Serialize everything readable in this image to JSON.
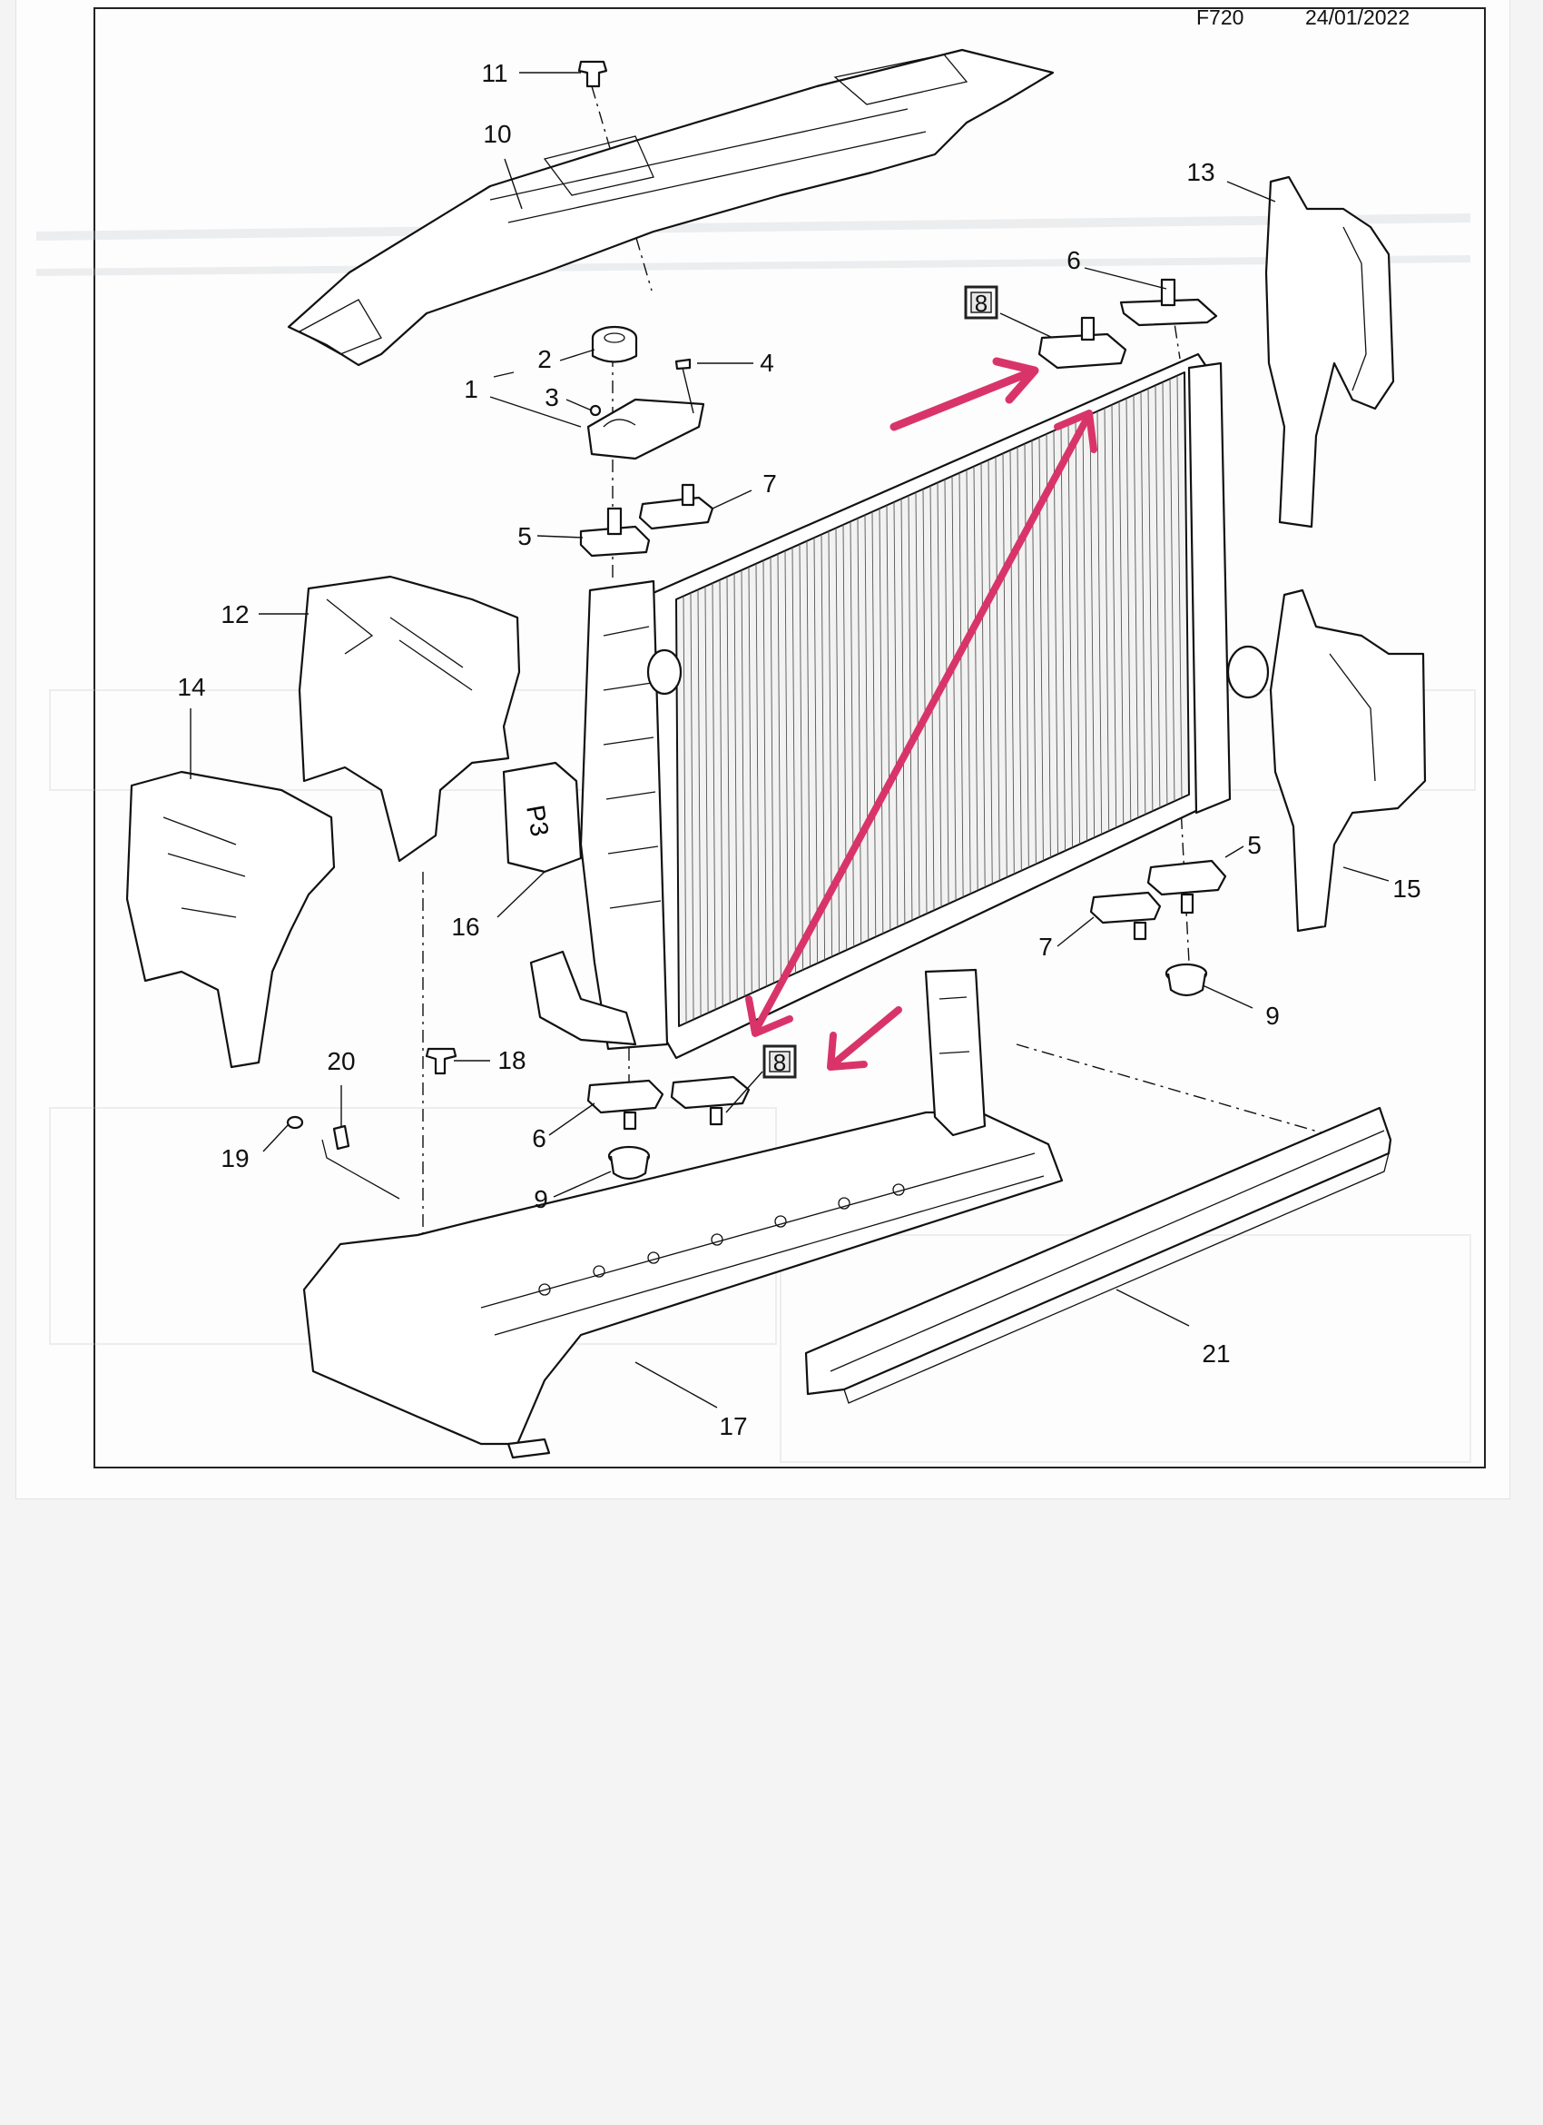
{
  "header": {
    "code": "F720",
    "date": "24/01/2022"
  },
  "callouts": {
    "c1": "1",
    "c2": "2",
    "c3": "3",
    "c4": "4",
    "c5a": "5",
    "c5b": "5",
    "c6a": "6",
    "c6b": "6",
    "c7a": "7",
    "c7b": "7",
    "c8a": "8",
    "c8b": "8",
    "c9a": "9",
    "c9b": "9",
    "c10": "10",
    "c11": "11",
    "c12": "12",
    "c13": "13",
    "c14": "14",
    "c15": "15",
    "c16": "16",
    "c17": "17",
    "c18": "18",
    "c19": "19",
    "c20": "20",
    "c21": "21"
  },
  "part_marking": "P3",
  "annotation_color": "#d9346a"
}
